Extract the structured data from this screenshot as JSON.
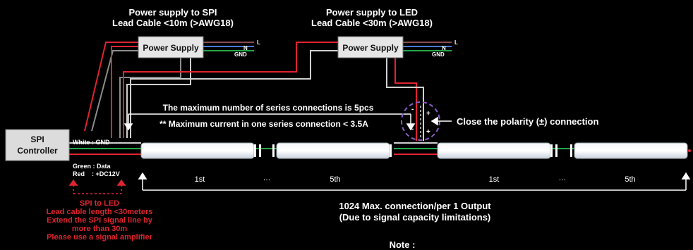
{
  "colors": {
    "background": "#000000",
    "wire_red": "#e0242f",
    "wire_green": "#22a84a",
    "wire_white": "#cfcfcf",
    "wire_grey": "#8c8c8c",
    "wire_blue": "#4d79d6",
    "wire_brown": "#8b4a52",
    "highlight_purple": "#8a5fc4",
    "note_red": "#e0242f",
    "text_white": "#ffffff"
  },
  "psu_left": {
    "heading_line1": "Power supply to SPI",
    "heading_line2": "Lead Cable <10m (>AWG18)",
    "box_label": "Power Supply",
    "term_l": "L",
    "term_n": "N",
    "term_gnd": "GND"
  },
  "psu_right": {
    "heading_line1": "Power supply to LED",
    "heading_line2": "Lead Cable <30m (>AWG18)",
    "box_label": "Power Supply",
    "term_l": "L",
    "term_n": "N",
    "term_gnd": "GND"
  },
  "controller": {
    "line1": "SPI",
    "line2": "Controller"
  },
  "wire_labels": {
    "white_gnd": "White : GND",
    "green_data": "Green : Data",
    "red_dc": "Red    : +DC12V"
  },
  "series_notes": {
    "max_series": "The maximum number of series connections is 5pcs",
    "max_current": "** Maximum current in one series connection < 3.5A"
  },
  "polarity": {
    "label": "Close the polarity (±) connection",
    "minus1": "-",
    "plus1": "+",
    "minus2": "-",
    "plus2": "+"
  },
  "strips": {
    "labels": [
      "1st",
      "5th",
      "1st",
      "5th"
    ],
    "ellipsis": "…"
  },
  "max_connection": {
    "line1": "1024 Max. connection/per 1 Output",
    "line2": "(Due to signal capacity limitations)"
  },
  "spi_note": {
    "line1": "SPI to LED",
    "line2": "Lead cable length <30meters",
    "line3": "Extend the SPI signal line by",
    "line4": "more than 30m",
    "line5": "Please use a signal amplifier"
  },
  "footer": {
    "note": "Note :"
  }
}
